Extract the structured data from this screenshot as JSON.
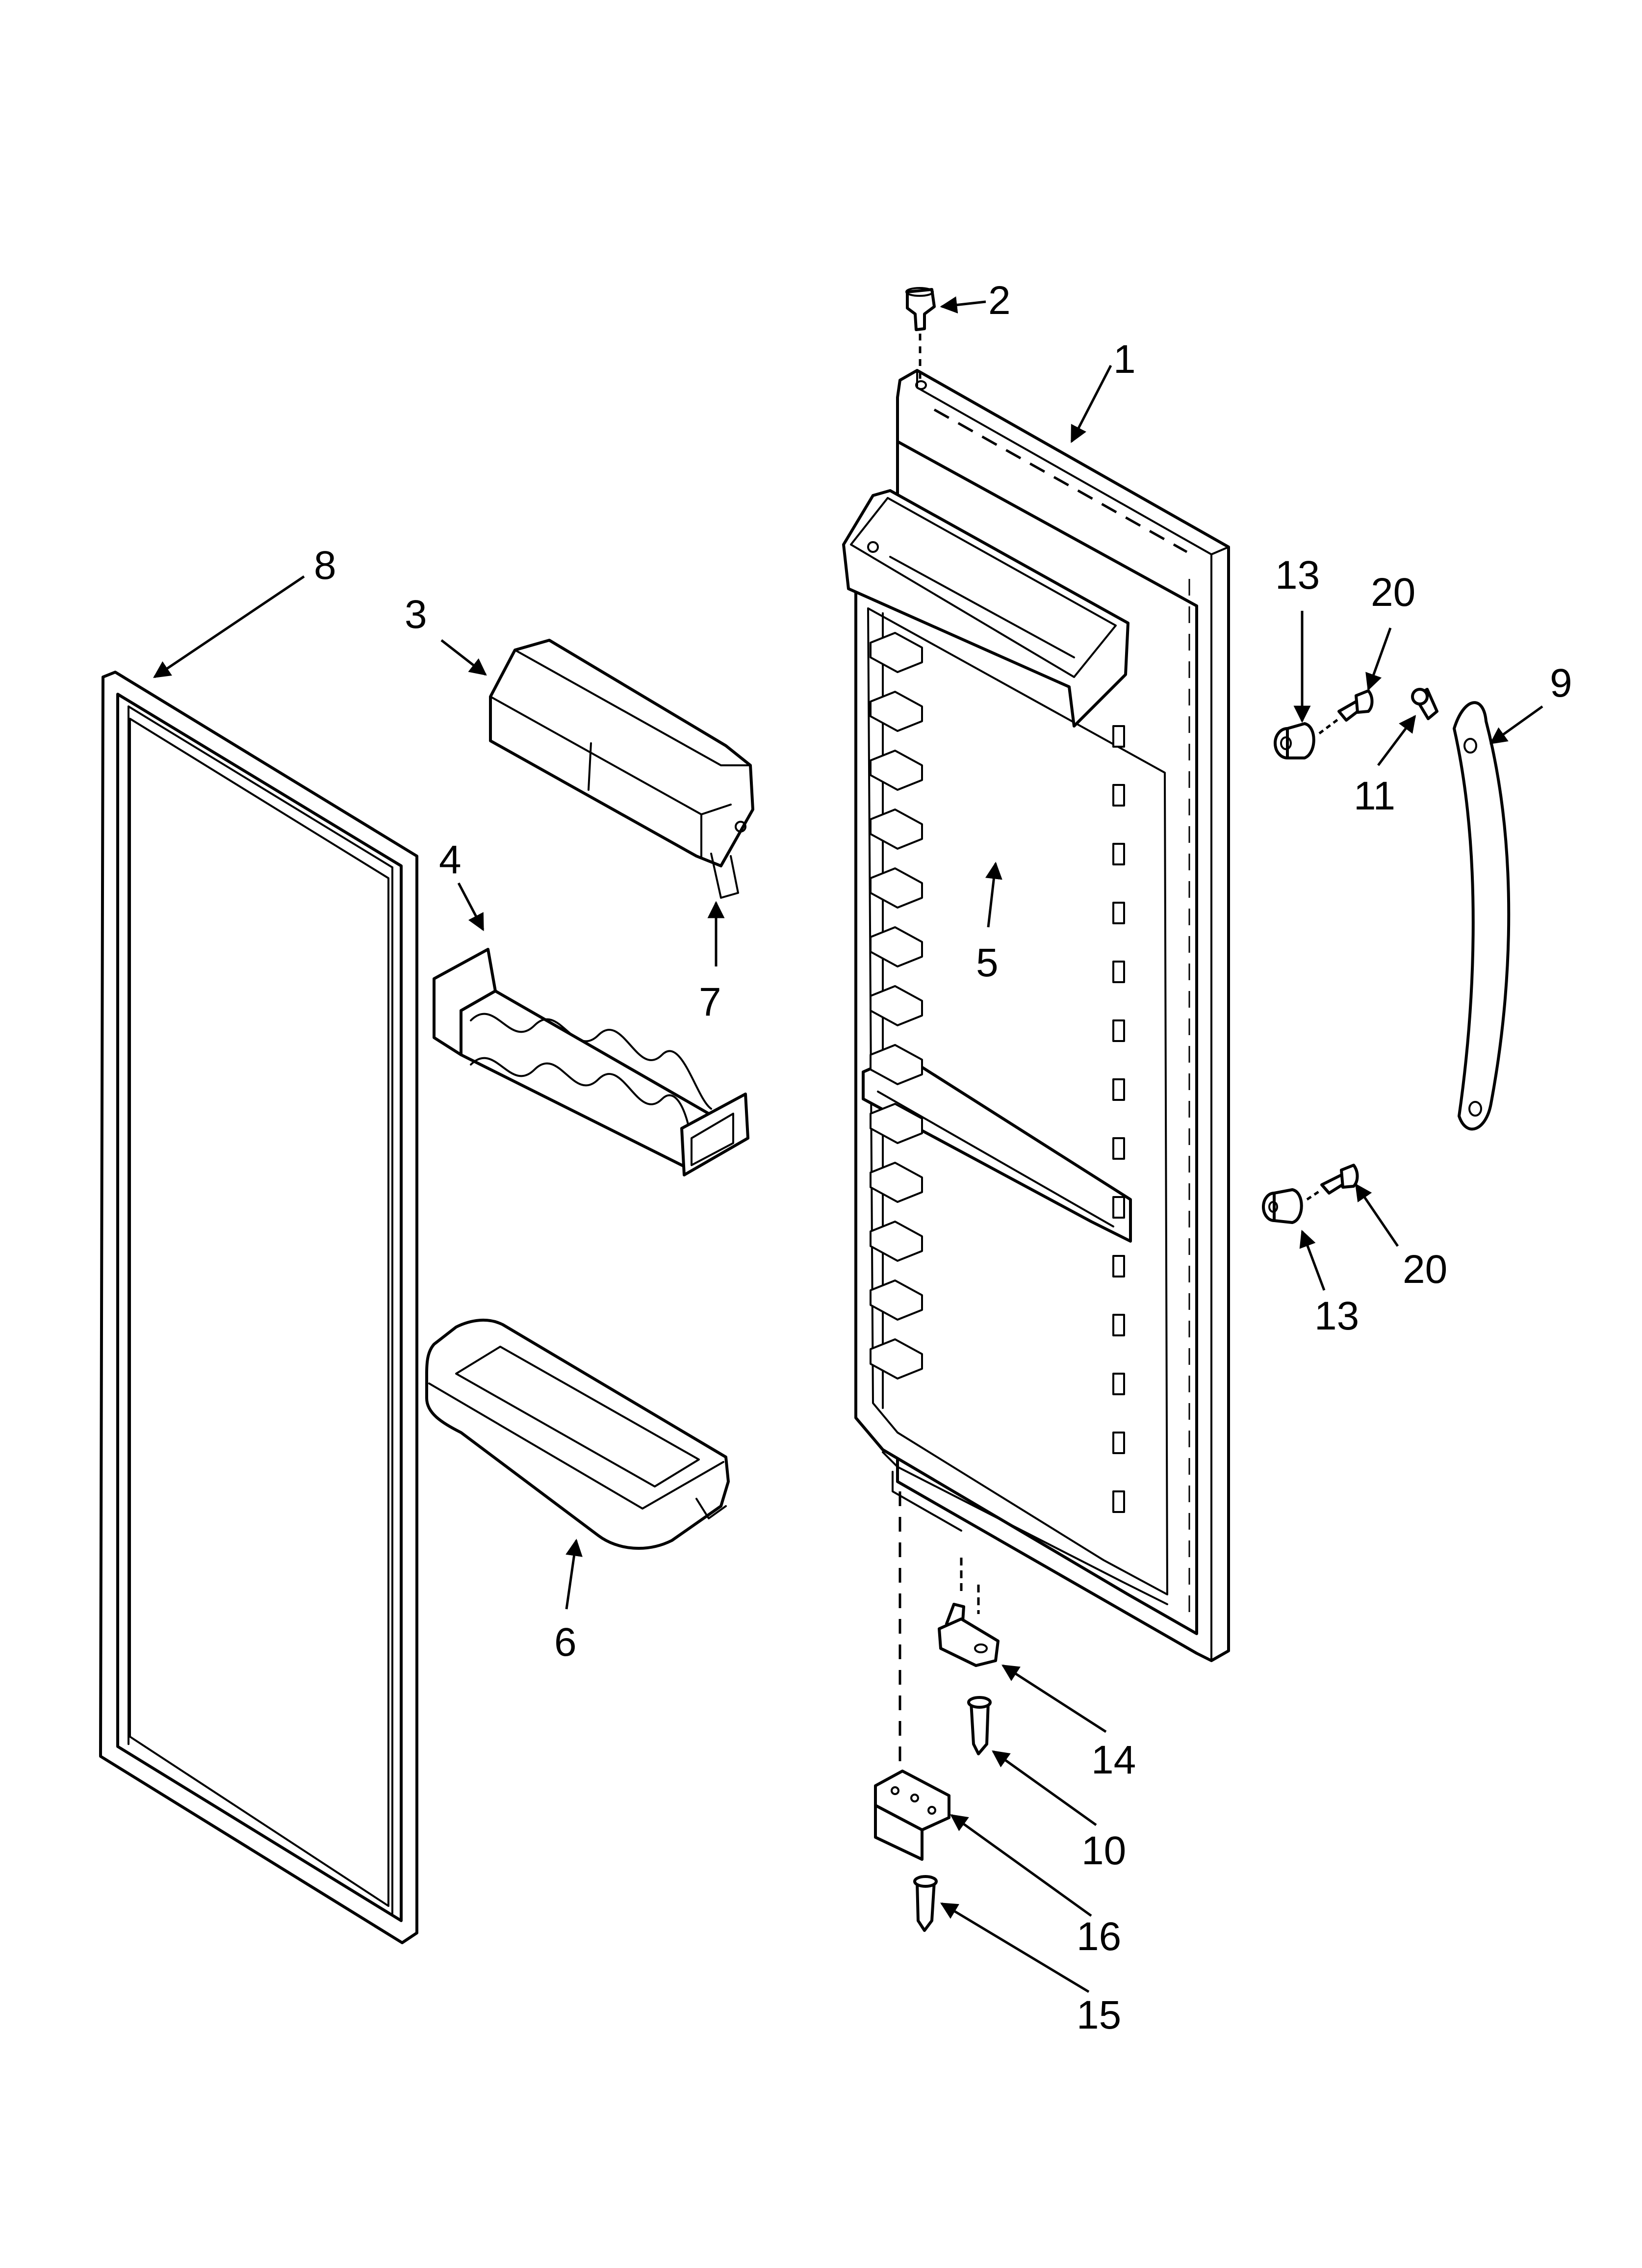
{
  "callouts": {
    "c1": "1",
    "c2": "2",
    "c3": "3",
    "c4": "4",
    "c5": "5",
    "c6": "6",
    "c7": "7",
    "c8": "8",
    "c9": "9",
    "c10": "10",
    "c11": "11",
    "c13a": "13",
    "c13b": "13",
    "c14": "14",
    "c15": "15",
    "c16": "16",
    "c20a": "20",
    "c20b": "20"
  },
  "colors": {
    "ink": "#000000",
    "paper": "#ffffff"
  }
}
